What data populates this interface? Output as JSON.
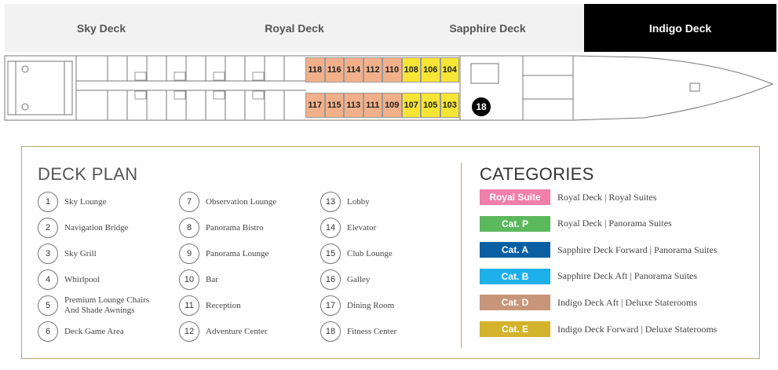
{
  "tabs": [
    {
      "label": "Sky Deck",
      "active": false
    },
    {
      "label": "Royal Deck",
      "active": false
    },
    {
      "label": "Sapphire Deck",
      "active": false
    },
    {
      "label": "Indigo Deck",
      "active": true
    }
  ],
  "ship": {
    "cabins_top": [
      {
        "label": "118",
        "category": "Cat. D"
      },
      {
        "label": "116",
        "category": "Cat. D"
      },
      {
        "label": "114",
        "category": "Cat. D"
      },
      {
        "label": "112",
        "category": "Cat. D"
      },
      {
        "label": "110",
        "category": "Cat. D"
      },
      {
        "label": "108",
        "category": "Cat. E"
      },
      {
        "label": "106",
        "category": "Cat. E"
      },
      {
        "label": "104",
        "category": "Cat. E"
      }
    ],
    "cabins_bottom": [
      {
        "label": "117",
        "category": "Cat. D"
      },
      {
        "label": "115",
        "category": "Cat. D"
      },
      {
        "label": "113",
        "category": "Cat. D"
      },
      {
        "label": "111",
        "category": "Cat. D"
      },
      {
        "label": "109",
        "category": "Cat. D"
      },
      {
        "label": "107",
        "category": "Cat. E"
      },
      {
        "label": "105",
        "category": "Cat. E"
      },
      {
        "label": "103",
        "category": "Cat. E"
      }
    ],
    "marker": "18",
    "colors": {
      "cat_d": "#f2b08a",
      "cat_e": "#f6e534",
      "hull": "#666666"
    }
  },
  "deck_plan": {
    "title": "DECK PLAN",
    "items": [
      {
        "num": "1",
        "name": "Sky Lounge"
      },
      {
        "num": "2",
        "name": "Navigation Bridge"
      },
      {
        "num": "3",
        "name": "Sky Grill"
      },
      {
        "num": "4",
        "name": "Whirlpool"
      },
      {
        "num": "5",
        "name": "Premium Lounge Chairs And Shade Awnings"
      },
      {
        "num": "6",
        "name": "Deck Game Area"
      },
      {
        "num": "7",
        "name": "Observation Lounge"
      },
      {
        "num": "8",
        "name": "Panorama Bistro"
      },
      {
        "num": "9",
        "name": "Panorama Lounge"
      },
      {
        "num": "10",
        "name": "Bar"
      },
      {
        "num": "11",
        "name": "Reception"
      },
      {
        "num": "12",
        "name": "Adventure Center"
      },
      {
        "num": "13",
        "name": "Lobby"
      },
      {
        "num": "14",
        "name": "Elevator"
      },
      {
        "num": "15",
        "name": "Club Lounge"
      },
      {
        "num": "16",
        "name": "Galley"
      },
      {
        "num": "17",
        "name": "Dining Room"
      },
      {
        "num": "18",
        "name": "Fitness Center"
      }
    ]
  },
  "categories": {
    "title": "CATEGORIES",
    "items": [
      {
        "label": "Royal Suite",
        "desc": "Royal Deck | Royal Suites",
        "color": "#f27fa8"
      },
      {
        "label": "Cat. P",
        "desc": "Royal Deck | Panorama Suites",
        "color": "#5cb85c"
      },
      {
        "label": "Cat. A",
        "desc": "Sapphire Deck Forward | Panorama Suites",
        "color": "#0a5fa3"
      },
      {
        "label": "Cat. B",
        "desc": "Sapphire Deck Aft | Panorama Suites",
        "color": "#1eb0ea"
      },
      {
        "label": "Cat. D",
        "desc": "Indigo Deck Aft | Deluxe Staterooms",
        "color": "#c6957a"
      },
      {
        "label": "Cat. E",
        "desc": "Indigo Deck Forward | Deluxe Staterooms",
        "color": "#d3b32c"
      }
    ]
  }
}
